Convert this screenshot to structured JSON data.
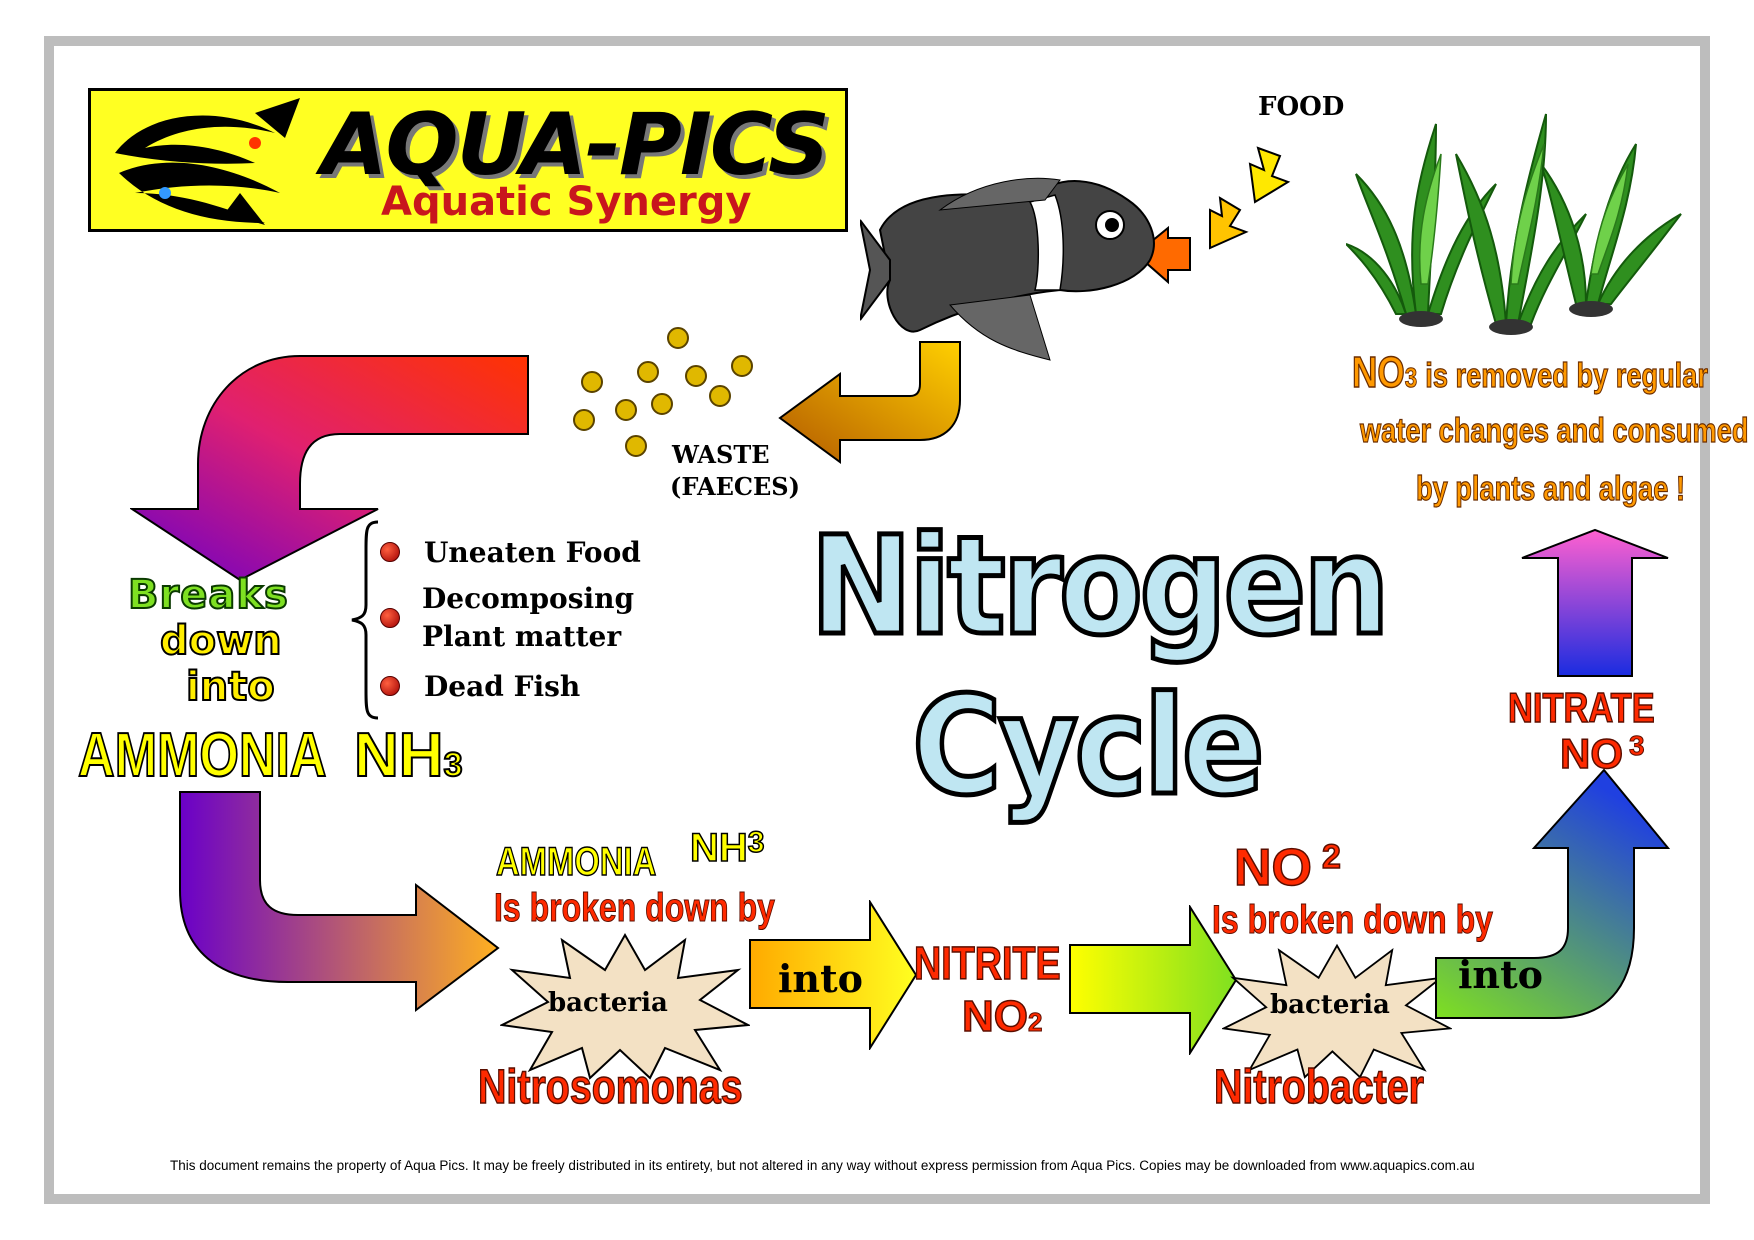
{
  "logo": {
    "brand": "AQUA-PICS",
    "tagline": "Aquatic Synergy"
  },
  "title": {
    "line1": "Nitrogen",
    "line2": "Cycle"
  },
  "food_label": "FOOD",
  "waste_label": {
    "line1": "WASTE",
    "line2": "(FAECES)"
  },
  "sources": {
    "items": [
      "Uneaten Food",
      "Decomposing",
      "Plant matter",
      "Dead Fish"
    ]
  },
  "breaks_down": {
    "line1": "Breaks",
    "line2": "down",
    "line3": "into"
  },
  "ammonia_main": {
    "name": "AMMONIA",
    "formula": "NH",
    "sub": "3"
  },
  "stage1": {
    "head_name": "AMMONIA",
    "head_formula": "NH",
    "head_sup": "3",
    "caption": "Is broken down by",
    "bacteria_label": "bacteria",
    "bacteria_name": "Nitrosomonas",
    "arrow_label": "into"
  },
  "nitrite": {
    "name": "NITRITE",
    "formula": "NO",
    "sub": "2"
  },
  "stage2": {
    "head_formula": "NO",
    "head_sup": "2",
    "caption": "Is broken down by",
    "bacteria_label": "bacteria",
    "bacteria_name": "Nitrobacter",
    "arrow_label": "into"
  },
  "nitrate": {
    "name": "NITRATE",
    "formula": "NO",
    "sup": "3"
  },
  "plant_note": {
    "formula": "NO",
    "sub": "3",
    "line1_rest": "is  removed by regular",
    "line2": "water changes and consumed",
    "line3": "by plants and algae !"
  },
  "footer": "This document remains the property of Aqua Pics.  It may be freely distributed in its entirety, but not altered in any way without express permission from Aqua Pics.  Copies may be downloaded from www.aquapics.com.au",
  "colors": {
    "logo_bg": "#ffff22",
    "red_text": "#ff2a00",
    "yellow_text": "#ffff00",
    "orange_text": "#ff9900",
    "title_fill": "#bfe6f2",
    "green_text": "#7ee022"
  }
}
